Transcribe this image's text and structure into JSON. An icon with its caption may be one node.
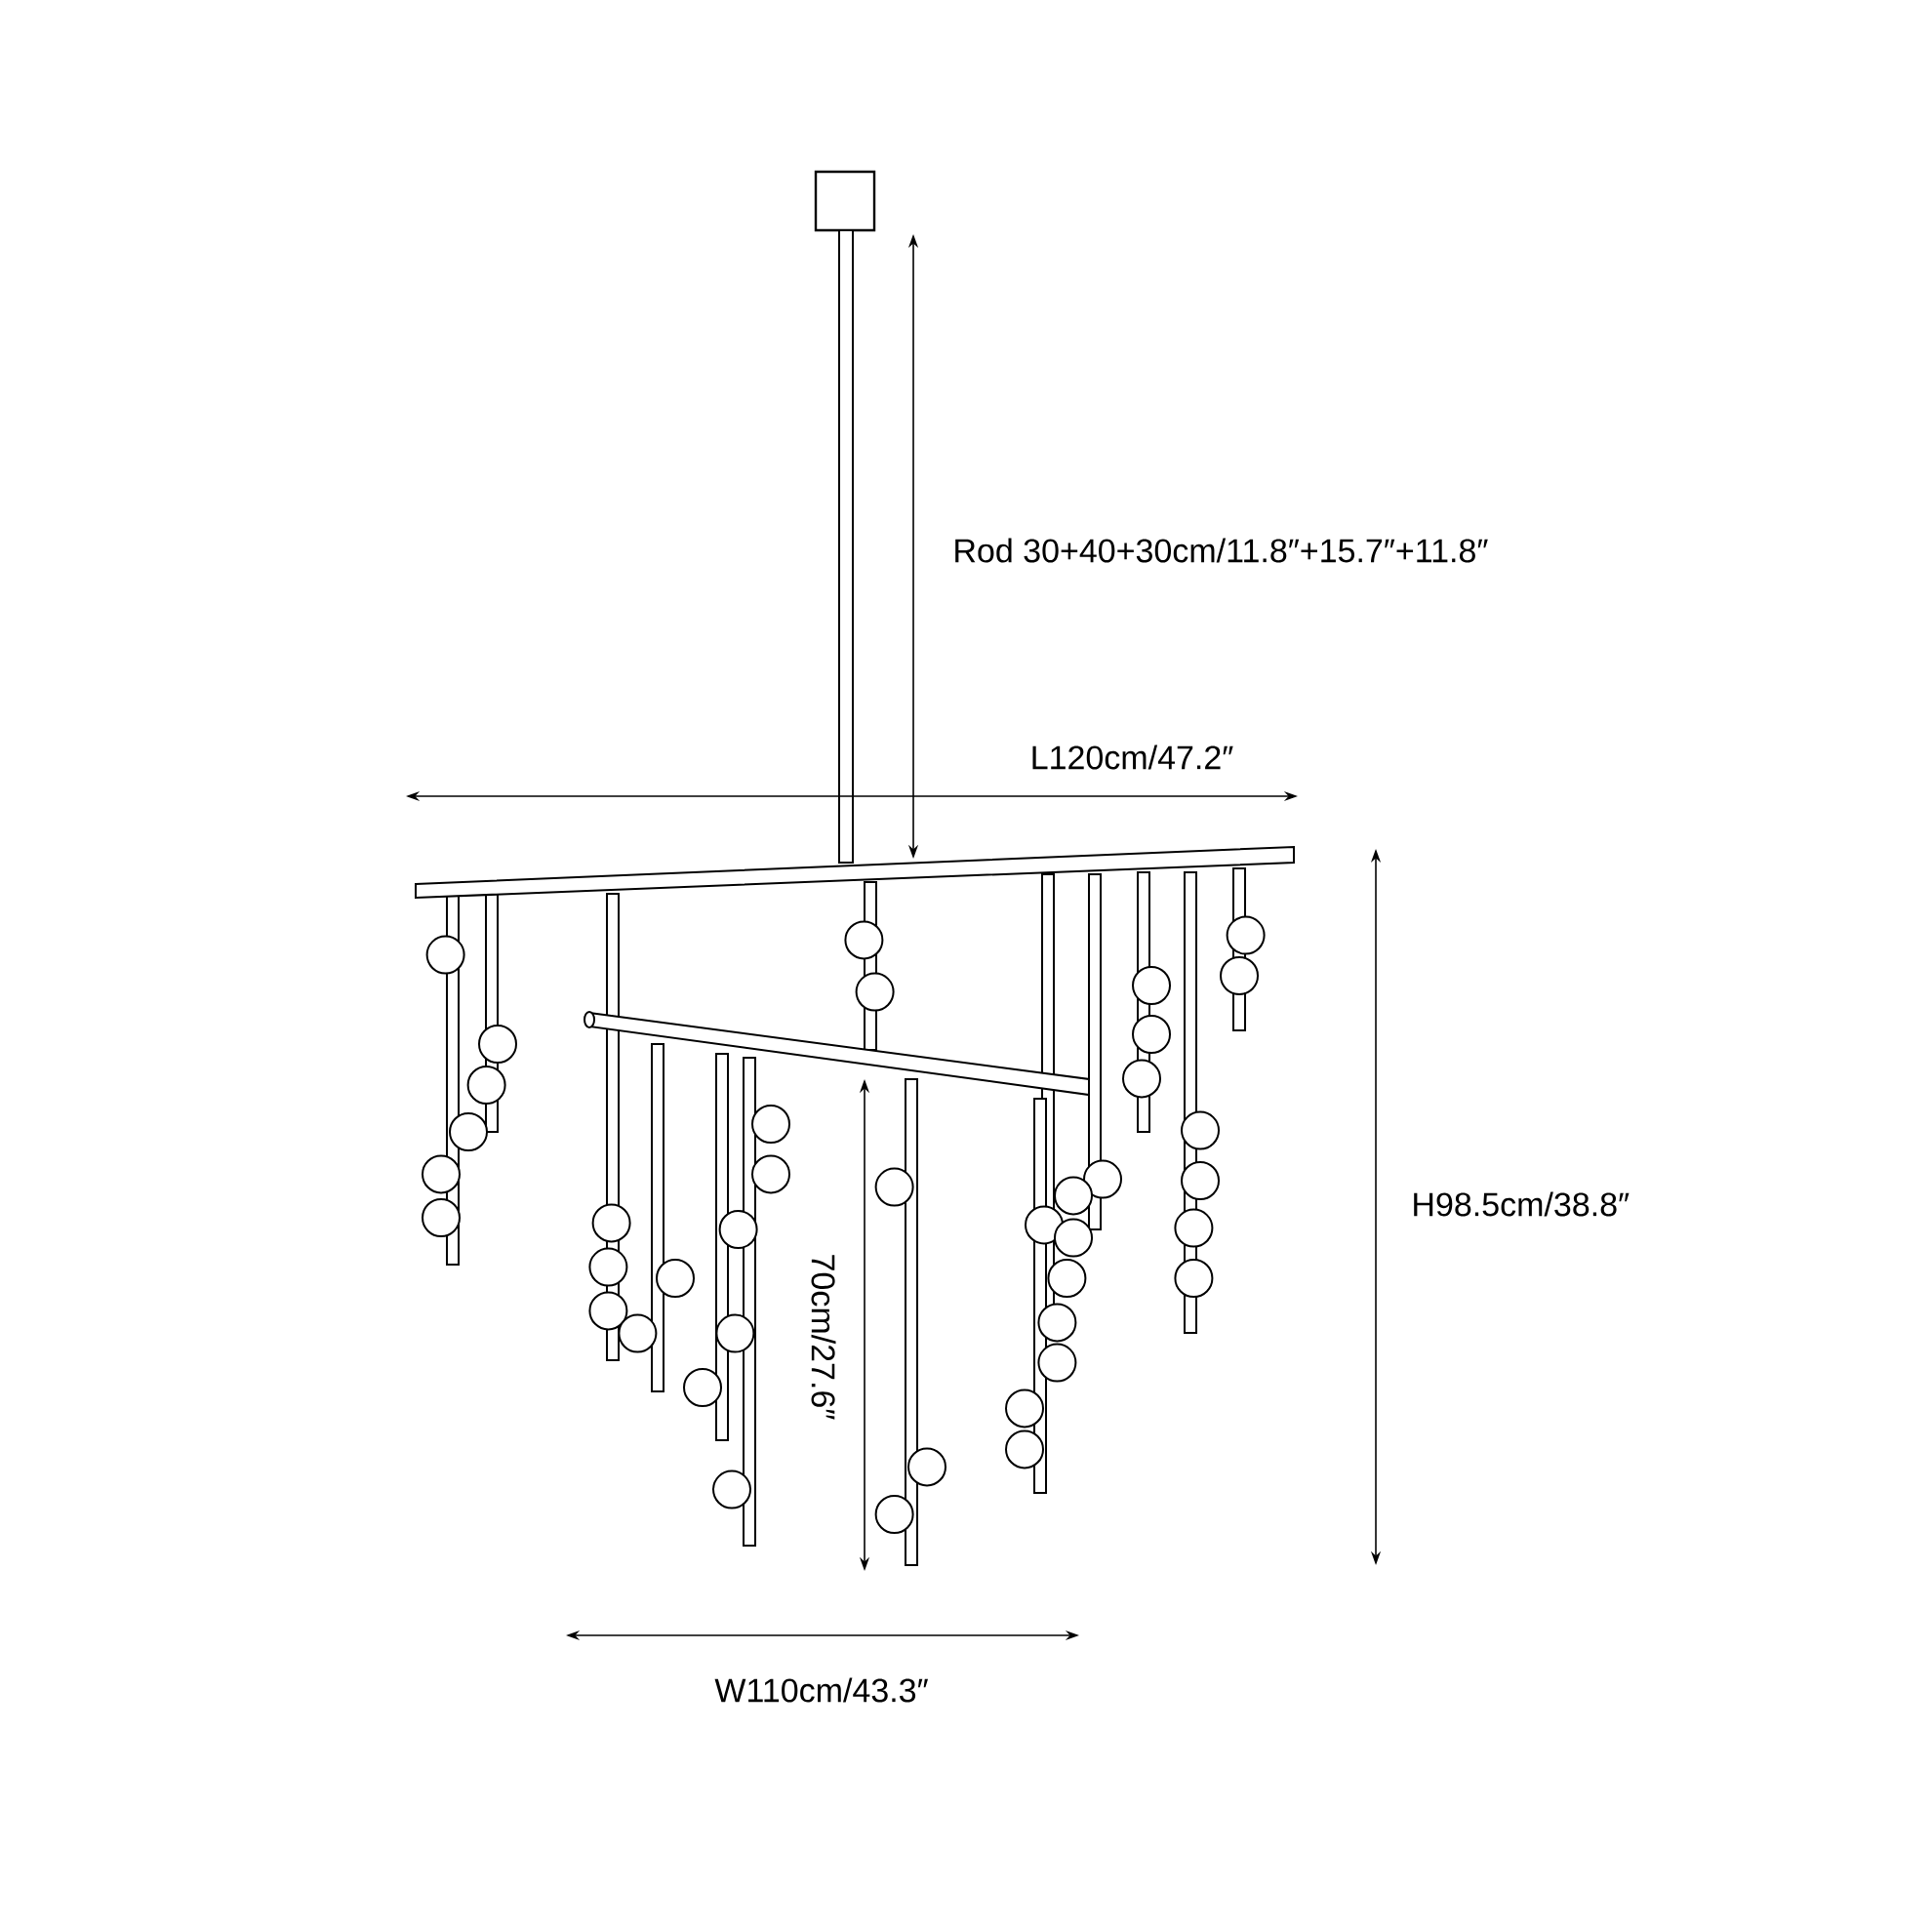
{
  "diagram": {
    "labels": [
      "Rod 30+40+30cm/11.8″+15.7″+11.8″",
      "L120cm/47.2″",
      "H98.5cm/38.8″",
      "70cm/27.6″",
      "W110cm/43.3″"
    ]
  }
}
